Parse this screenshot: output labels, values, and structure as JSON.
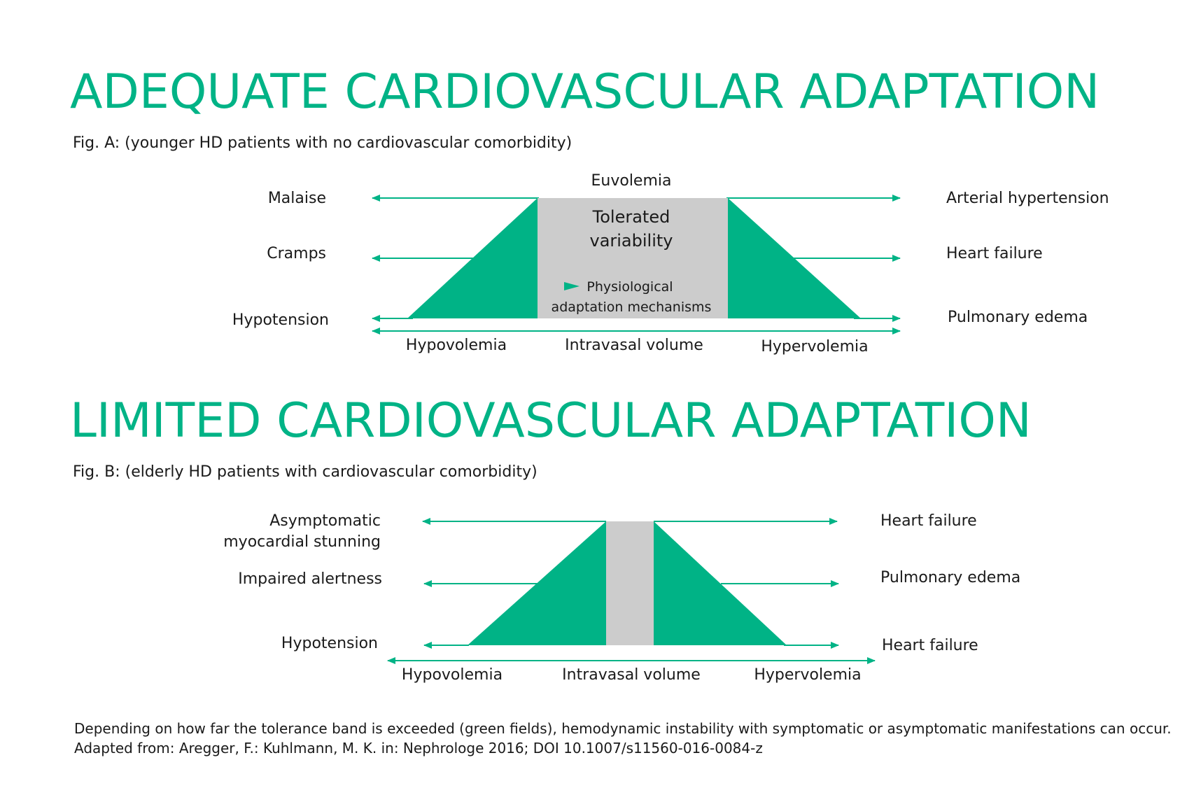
{
  "colors": {
    "accent": "#00b386",
    "band": "#cccccc",
    "text": "#1a1a1a"
  },
  "fig_a": {
    "title": "ADEQUATE CARDIOVASCULAR ADAPTATION",
    "subtitle": "Fig. A: (younger HD patients with no cardiovascular comorbidity)",
    "top_label": "Euvolemia",
    "band_label_line1": "Tolerated",
    "band_label_line2": "variability",
    "mechanism_line1": "Physiological",
    "mechanism_line2": "adaptation mechanisms",
    "left_labels": [
      "Malaise",
      "Cramps",
      "Hypotension"
    ],
    "right_labels": [
      "Arterial hypertension",
      "Heart failure",
      "Pulmonary edema"
    ],
    "axis_left": "Hypovolemia",
    "axis_center": "Intravasal volume",
    "axis_right": "Hypervolemia"
  },
  "fig_b": {
    "title": "LIMITED CARDIOVASCULAR ADAPTATION",
    "subtitle": "Fig. B: (elderly HD patients with cardiovascular comorbidity)",
    "left_label_1_line1": "Asymptomatic",
    "left_label_1_line2": "myocardial stunning",
    "left_label_2": "Impaired alertness",
    "left_label_3": "Hypotension",
    "right_labels": [
      "Heart failure",
      "Pulmonary edema",
      "Heart failure"
    ],
    "axis_left": "Hypovolemia",
    "axis_center": "Intravasal volume",
    "axis_right": "Hypervolemia"
  },
  "caption": {
    "line1": "Depending on how far the tolerance band is exceeded (green fields), hemodynamic instability with symptomatic or asymptomatic manifestations can occur.",
    "line2": "Adapted from: Aregger, F.: Kuhlmann, M. K. in: Nephrologe 2016; DOI 10.1007/s11560-016-0084-z"
  }
}
